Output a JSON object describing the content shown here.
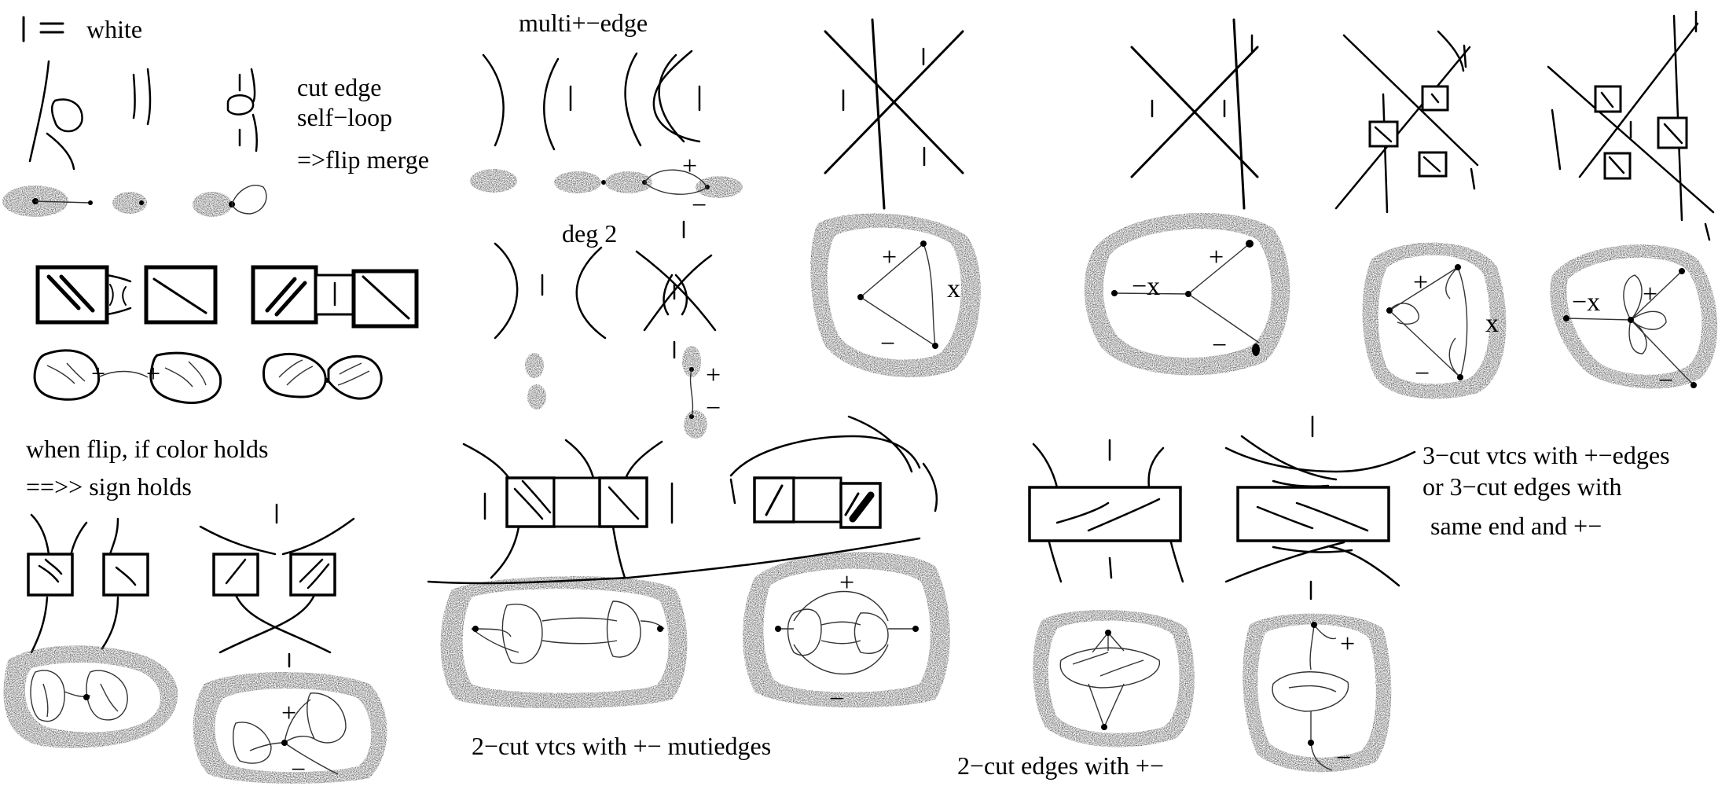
{
  "labels": {
    "legend_white": "white",
    "cut_edge": "cut edge",
    "self_loop": "self−loop",
    "flip_merge": "=>flip merge",
    "multi_edge": "multi+−edge",
    "deg2": "deg 2",
    "when_flip": "when flip, if color holds",
    "sign_holds": "==>> sign holds",
    "two_cut_vtcs": "2−cut vtcs with +− mutiedges",
    "two_cut_edges": "2−cut edges with +−",
    "three_cut_1": "3−cut vtcs with +−edges",
    "three_cut_2": " or 3−cut edges with",
    "three_cut_3": "same end and +−"
  },
  "signs": {
    "plus": "+",
    "minus": "−",
    "x": "x",
    "minus_x": "−x"
  }
}
